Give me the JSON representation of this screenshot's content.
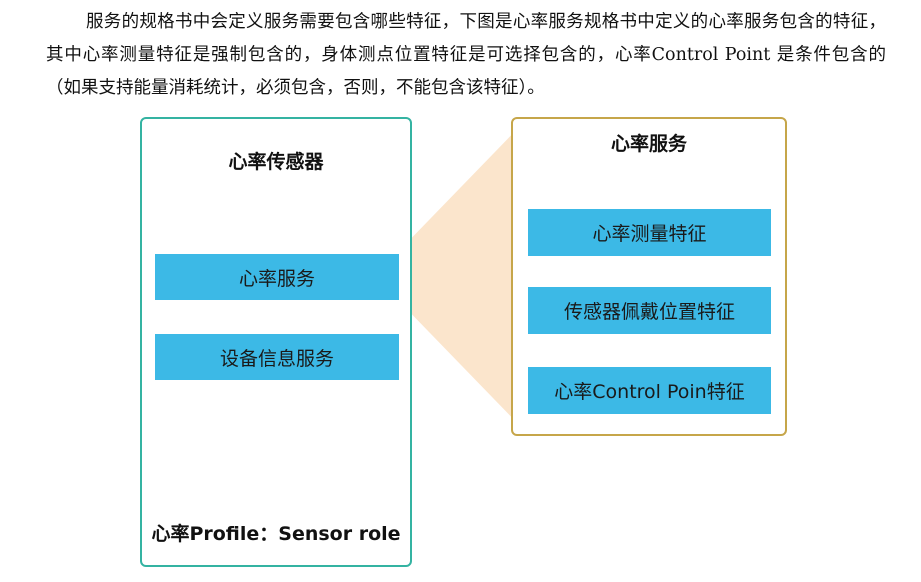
{
  "paragraph": {
    "text": "服务的规格书中会定义服务需要包含哪些特征，下图是心率服务规格书中定义的心率服务包含的特征，其中心率测量特征是强制包含的，身体测点位置特征是可选择包含的，心率Control Point 是条件包含的（如果支持能量消耗统计，必须包含，否则，不能包含该特征）。"
  },
  "sensor_box": {
    "title": "心率传感器",
    "services": [
      "心率服务",
      "设备信息服务"
    ],
    "profile_label": "心率Profile：Sensor role"
  },
  "service_box": {
    "title": "心率服务",
    "features": [
      "心率测量特征",
      "传感器佩戴位置特征",
      "心率Control Poin特征"
    ]
  },
  "colors": {
    "left_border": "#34b3a2",
    "right_border": "#c6a64a",
    "block_fill": "#3cb9e6",
    "wedge_fill": "#fbe5cc"
  }
}
